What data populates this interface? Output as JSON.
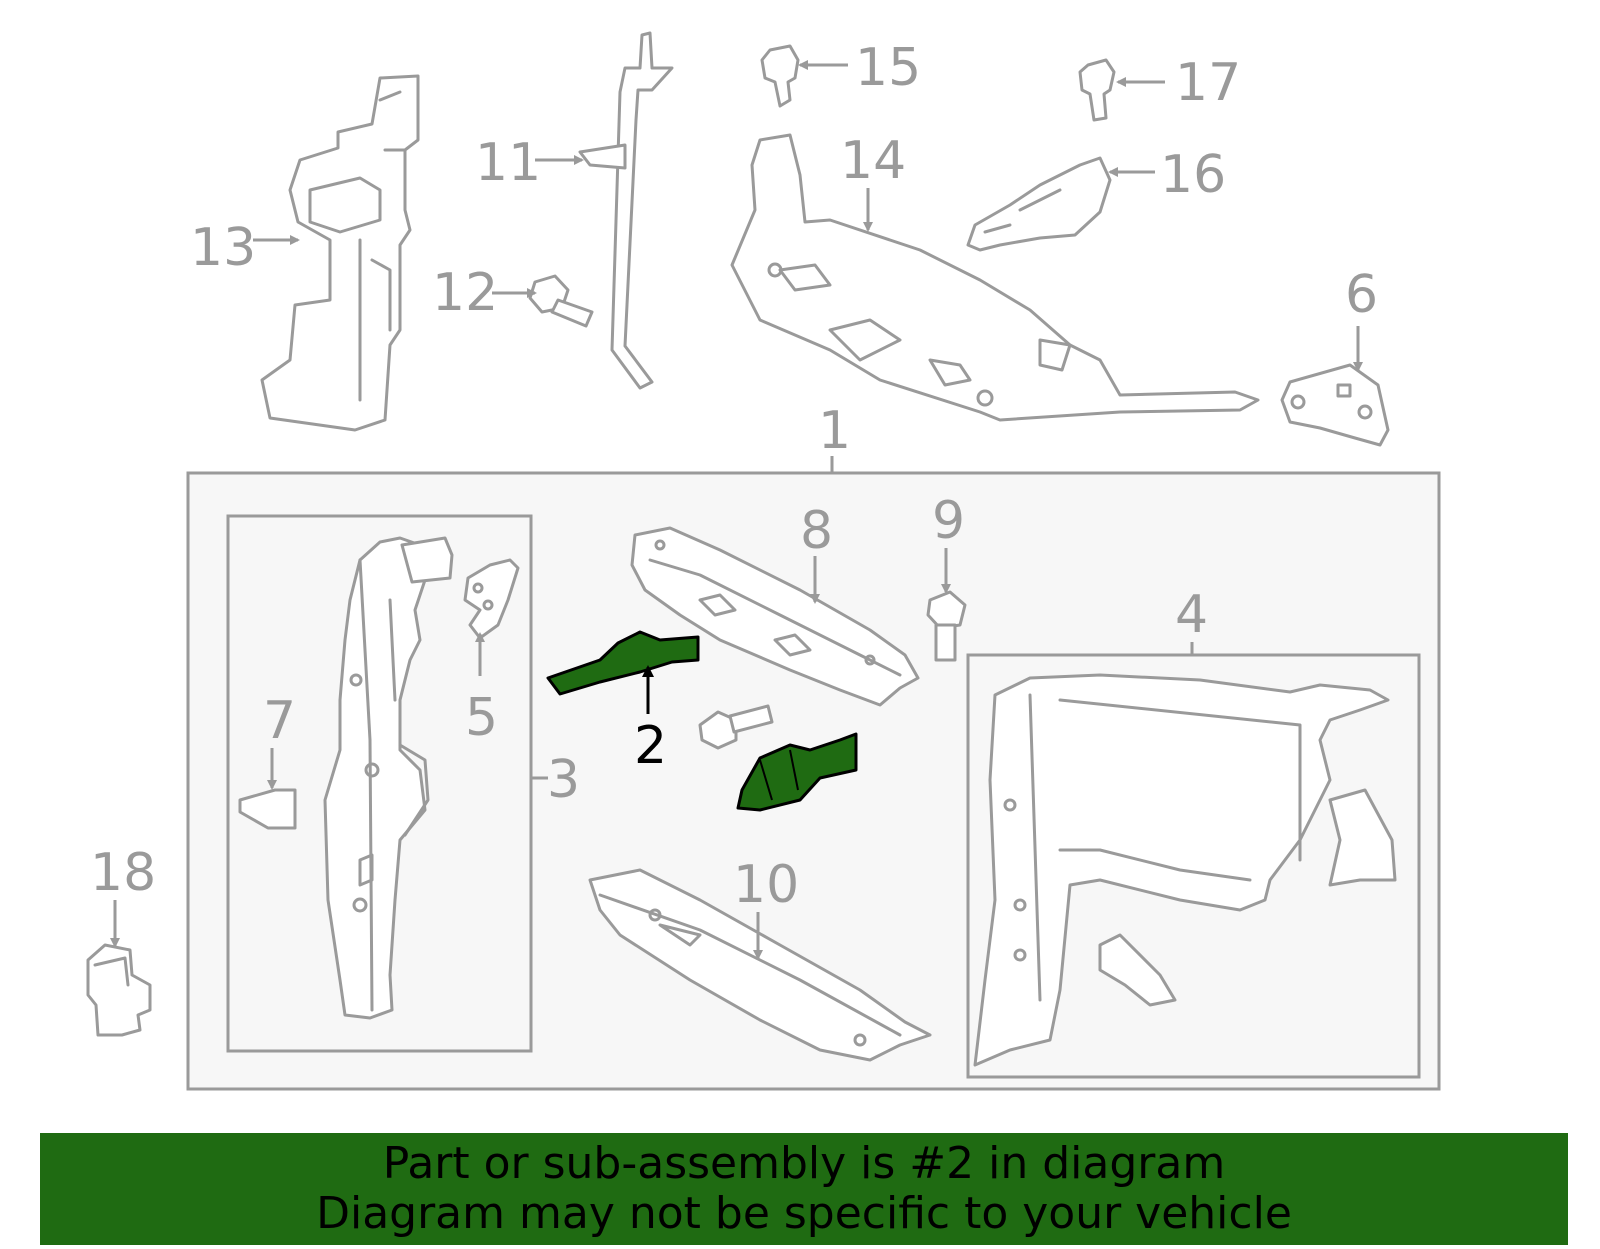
{
  "diagram": {
    "callouts": {
      "c1": "1",
      "c2": "2",
      "c3": "3",
      "c4": "4",
      "c5": "5",
      "c6": "6",
      "c7": "7",
      "c8": "8",
      "c9": "9",
      "c10": "10",
      "c11": "11",
      "c12": "12",
      "c13": "13",
      "c14": "14",
      "c15": "15",
      "c16": "16",
      "c17": "17",
      "c18": "18"
    },
    "highlight_part": "2",
    "highlight_color": "#1f6b12",
    "line_color": "#9a9a9a"
  },
  "banner": {
    "line1": "Part or sub-assembly is #2 in diagram",
    "line2": "Diagram may not be specific to your vehicle",
    "background": "#1f6b12"
  }
}
